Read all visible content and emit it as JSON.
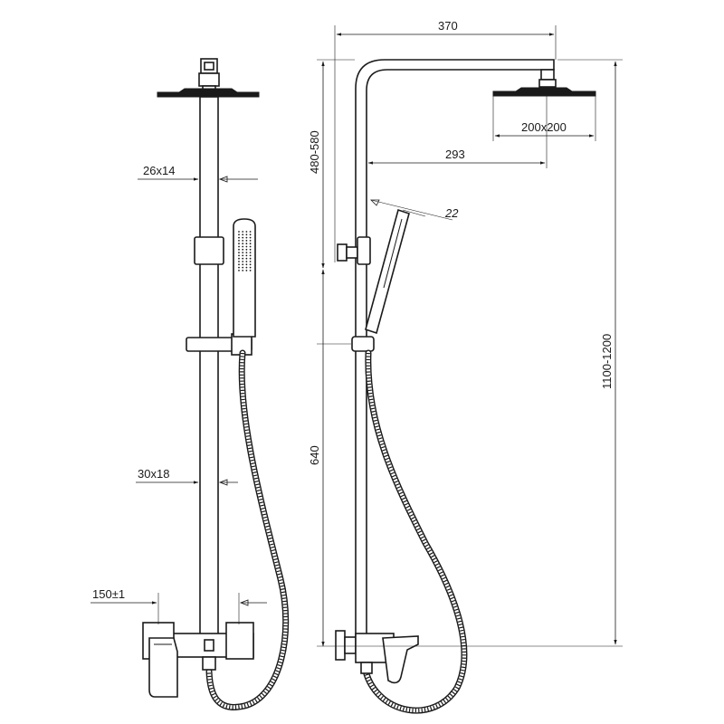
{
  "dimensions": {
    "arm_width": "370",
    "arm_drop": "480-580",
    "head_size": "200x200",
    "arm_reach": "293",
    "handshower_angle": "22",
    "rail_section_upper": "26x14",
    "rail_section_lower": "30x18",
    "mixer_spacing": "150±1",
    "holder_height": "640",
    "total_height": "1100-1200"
  }
}
